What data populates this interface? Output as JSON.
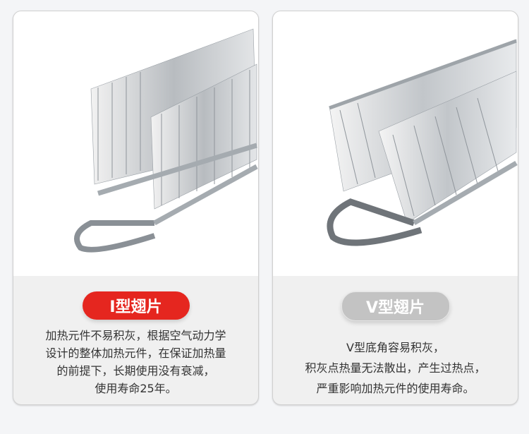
{
  "cards": [
    {
      "label": "I型翅片",
      "accent": "#e5261f",
      "description": [
        "加热元件不易积灰，根据空气动力学",
        "设计的整体加热元件，在保证加热量",
        "的前提下，长期使用没有衰减，",
        "使用寿命25年。"
      ]
    },
    {
      "label": "V型翅片",
      "accent": "#c3c3c3",
      "description": [
        "V型底角容易积灰，",
        "积灰点热量无法散出，产生过热点，",
        "严重影响加热元件的使用寿命。"
      ]
    }
  ]
}
